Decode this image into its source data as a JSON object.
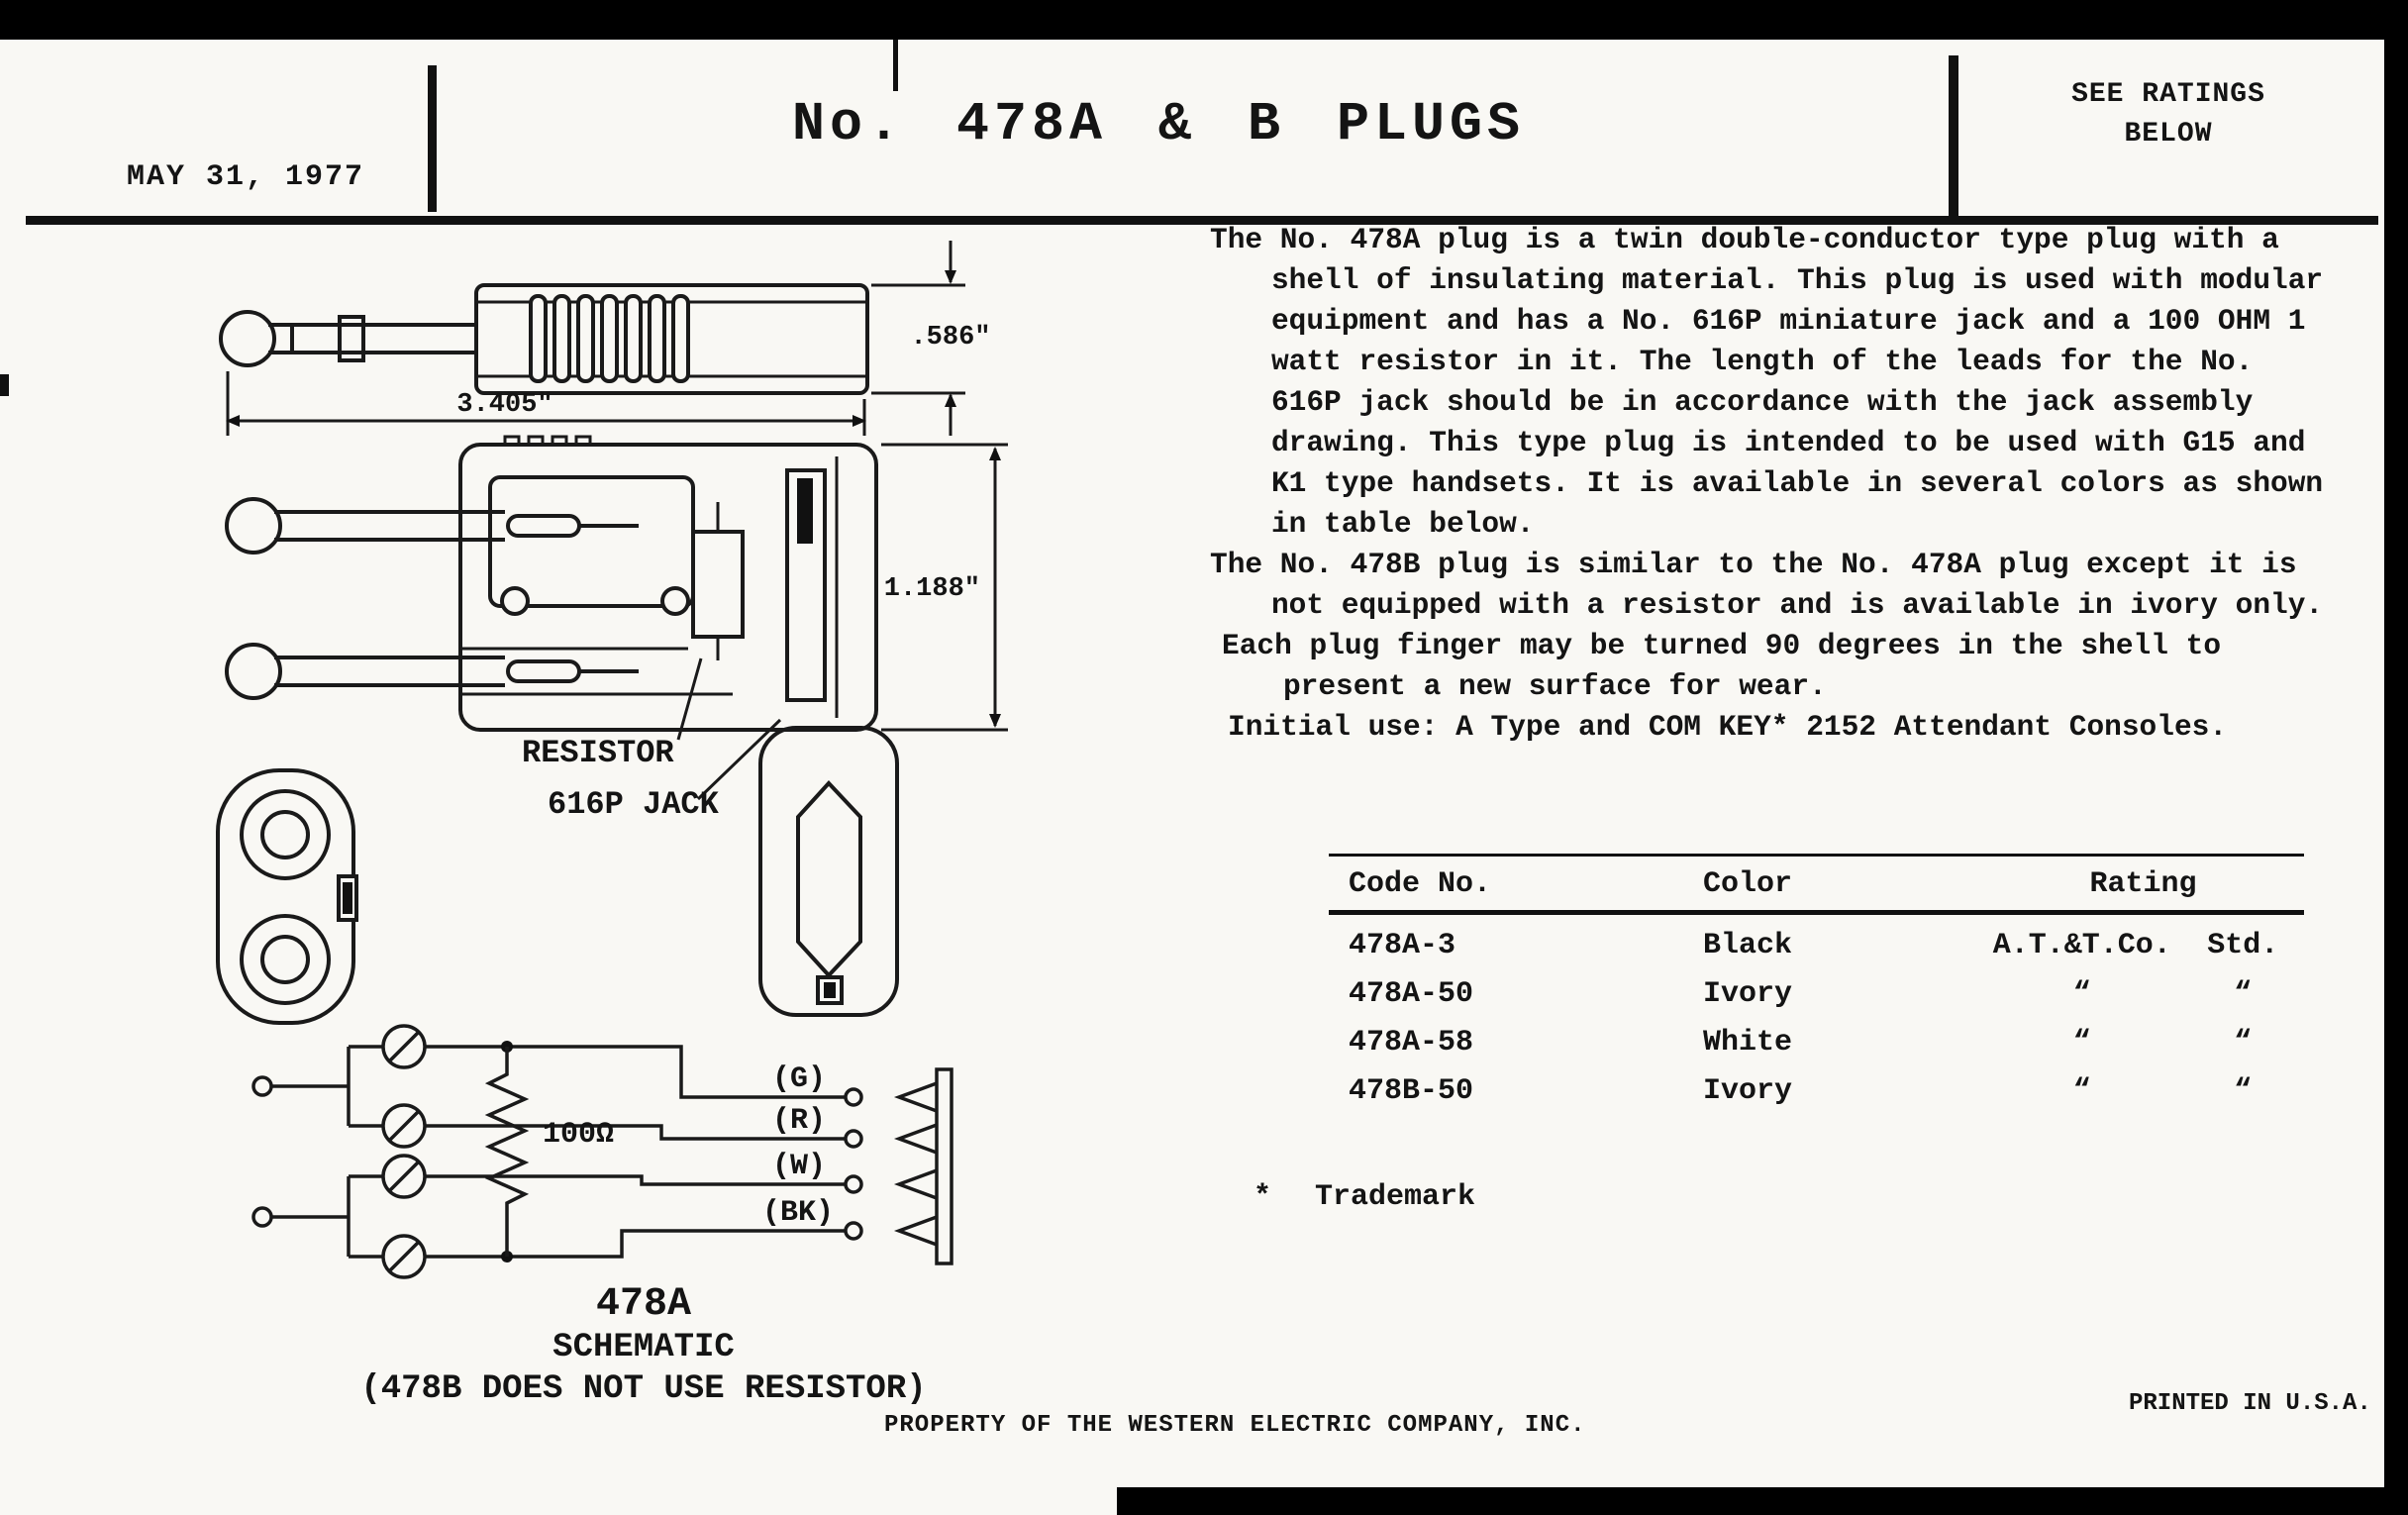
{
  "colors": {
    "paper": "#f9f8f4",
    "ink": "#141414"
  },
  "header": {
    "date": "MAY 31, 1977",
    "title": "No. 478A & B PLUGS",
    "ratings_note_line1": "SEE RATINGS",
    "ratings_note_line2": "BELOW"
  },
  "description": {
    "paragraphs": [
      "The No. 478A plug is a twin double-conductor type plug with a shell of insulating material. This plug is used with modular equipment and has a No. 616P miniature jack and a 100 OHM 1 watt resistor in it. The length of the leads for the No. 616P jack should be in accordance with the jack assembly drawing. This type plug is intended to be used with G15 and K1 type handsets. It is available in several colors as shown in table below.",
      "The No. 478B plug is similar to the No. 478A plug except it is not equipped with a resistor and is available in ivory only.",
      "Each plug finger may be turned 90 degrees in the shell to present a new surface for wear.",
      "Initial use: A Type and COM KEY* 2152 Attendant Consoles."
    ]
  },
  "diagram": {
    "dim_length": "3.405\"",
    "dim_diameter": ".586\"",
    "dim_height": "1.188\"",
    "label_resistor": "RESISTOR",
    "label_jack": "616P JACK",
    "resistor_value": "100Ω",
    "wire_labels": [
      "(G)",
      "(R)",
      "(W)",
      "(BK)"
    ],
    "caption_model": "478A",
    "caption_type": "SCHEMATIC",
    "caption_note": "(478B DOES NOT USE RESISTOR)"
  },
  "table": {
    "headers": [
      "Code No.",
      "Color",
      "Rating"
    ],
    "rows": [
      {
        "code": "478A-3",
        "color": "Black",
        "rating_a": "A.T.&T.Co.",
        "rating_b": "Std."
      },
      {
        "code": "478A-50",
        "color": "Ivory",
        "rating_a": "“",
        "rating_b": "“"
      },
      {
        "code": "478A-58",
        "color": "White",
        "rating_a": "“",
        "rating_b": "“"
      },
      {
        "code": "478B-50",
        "color": "Ivory",
        "rating_a": "“",
        "rating_b": "“"
      }
    ]
  },
  "footnote": {
    "symbol": "*",
    "label": "Trademark"
  },
  "footer": {
    "property": "PROPERTY OF THE WESTERN ELECTRIC COMPANY, INC.",
    "printed": "PRINTED IN U.S.A."
  }
}
